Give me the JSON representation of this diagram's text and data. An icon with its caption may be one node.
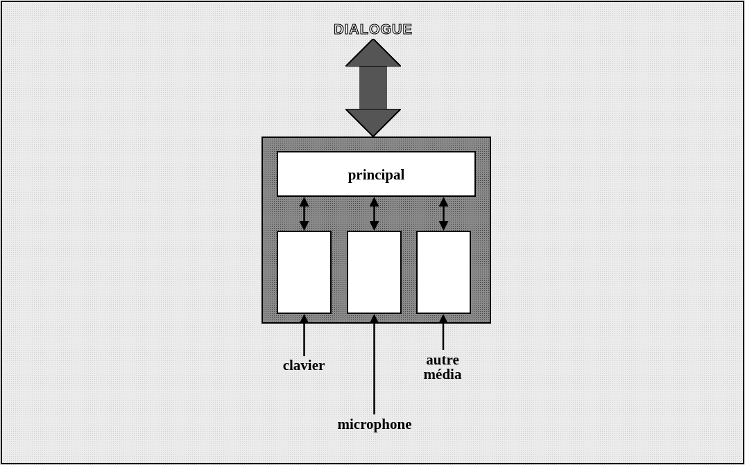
{
  "diagram": {
    "nodes": [
      {
        "text": [
          "DIALOGUE"
        ]
      },
      {
        "text": [],
        "shape": "box"
      },
      {
        "text": [
          "principal"
        ],
        "in": 1
      },
      {
        "text": [],
        "shape": "box",
        "in": 1
      },
      {
        "text": [],
        "shape": "box",
        "in": 1
      },
      {
        "text": [],
        "shape": "box",
        "in": 1
      },
      {
        "text": [
          "clavier"
        ]
      },
      {
        "text": [
          "microphone"
        ]
      },
      {
        "text": [
          "autre média"
        ]
      }
    ],
    "edges": [
      {
        "from": 1,
        "to": 0,
        "arrow": "both",
        "style": "thick",
        "color": "#555555"
      },
      {
        "from": 2,
        "to": 3,
        "arrow": "both"
      },
      {
        "from": 2,
        "to": 4,
        "arrow": "both"
      },
      {
        "from": 2,
        "to": 5,
        "arrow": "both"
      },
      {
        "from": 6,
        "to": 3,
        "arrow": "to"
      },
      {
        "from": 7,
        "to": 4,
        "arrow": "to"
      },
      {
        "from": 8,
        "to": 5,
        "arrow": "to"
      }
    ]
  }
}
